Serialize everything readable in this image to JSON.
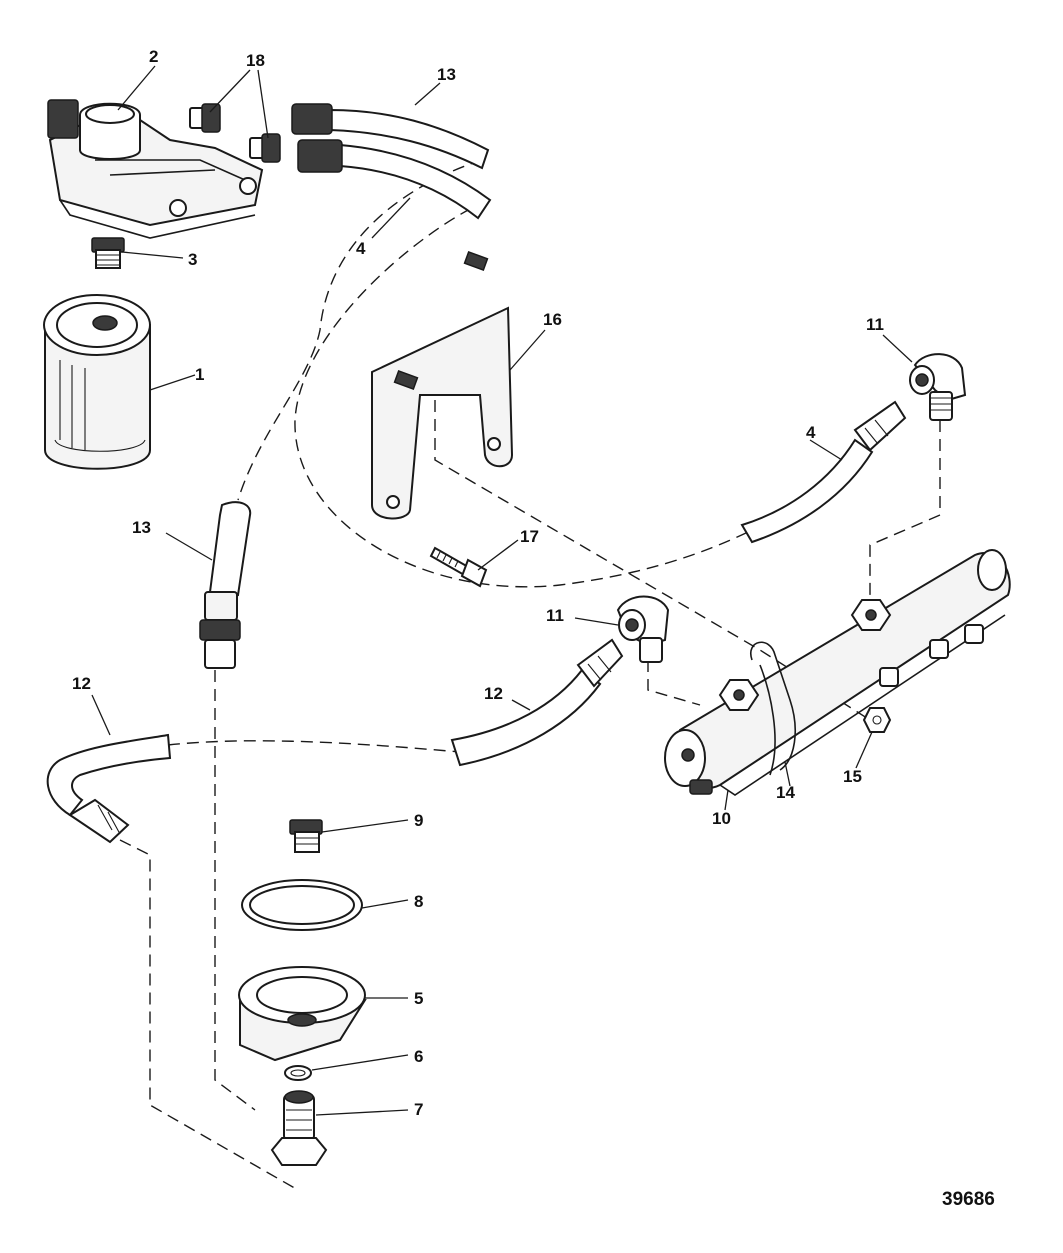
{
  "figure_number": "39686",
  "callouts": {
    "c1": "1",
    "c2": "2",
    "c3": "3",
    "c4_top": "4",
    "c4_right": "4",
    "c5": "5",
    "c6": "6",
    "c7": "7",
    "c8": "8",
    "c9": "9",
    "c10": "10",
    "c11_right": "11",
    "c11_mid": "11",
    "c12_left": "12",
    "c12_mid": "12",
    "c13_top": "13",
    "c13_left": "13",
    "c14": "14",
    "c15": "15",
    "c16": "16",
    "c17": "17",
    "c18": "18"
  }
}
